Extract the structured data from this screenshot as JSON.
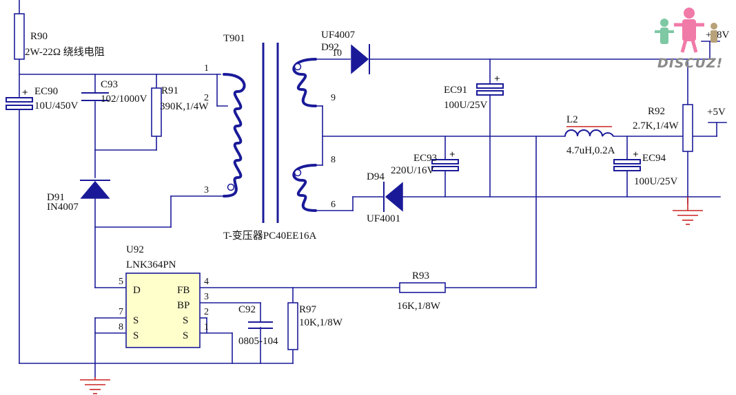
{
  "components": {
    "R90": {
      "ref": "R90",
      "value": "2W-22Ω 绕线电阻"
    },
    "EC90": {
      "ref": "EC90",
      "value": "10U/450V"
    },
    "C93": {
      "ref": "C93",
      "value": "102/1000V"
    },
    "R91": {
      "ref": "R91",
      "value": "390K,1/4W"
    },
    "D91": {
      "ref": "D91",
      "value": "IN4007"
    },
    "T901": {
      "ref": "T901",
      "value": "T-变压器PC40EE16A"
    },
    "D92": {
      "ref": "D92",
      "value": "UF4007"
    },
    "EC91": {
      "ref": "EC91",
      "value": "100U/25V"
    },
    "EC93": {
      "ref": "EC93",
      "value": "220U/16V"
    },
    "D94": {
      "ref": "D94",
      "value": "UF4001"
    },
    "L2": {
      "ref": "L2",
      "value": "4.7uH,0.2A"
    },
    "R92": {
      "ref": "R92",
      "value": "2.7K,1/4W"
    },
    "EC94": {
      "ref": "EC94",
      "value": "100U/25V"
    },
    "U92": {
      "ref": "U92",
      "value": "LNK364PN"
    },
    "R93": {
      "ref": "R93",
      "value": "16K,1/8W"
    },
    "C92": {
      "ref": "C92",
      "value": "0805-104"
    },
    "R97": {
      "ref": "R97",
      "value": "10K,1/8W"
    }
  },
  "transformer_pins": [
    "1",
    "2",
    "3",
    "10",
    "9",
    "8",
    "6"
  ],
  "ic_pins": {
    "numbers": [
      "5",
      "7",
      "8",
      "4",
      "3",
      "2",
      "1"
    ],
    "names": [
      "D",
      "S",
      "S",
      "FB",
      "BP",
      "S",
      "S"
    ]
  },
  "rails": {
    "v18": "+18V",
    "v5": "+5V"
  },
  "polarity_mark": "+",
  "watermark": "DISCUZ!",
  "colors": {
    "wire": "#1a1a99",
    "ground": "#cc2222",
    "text": "#111111"
  }
}
